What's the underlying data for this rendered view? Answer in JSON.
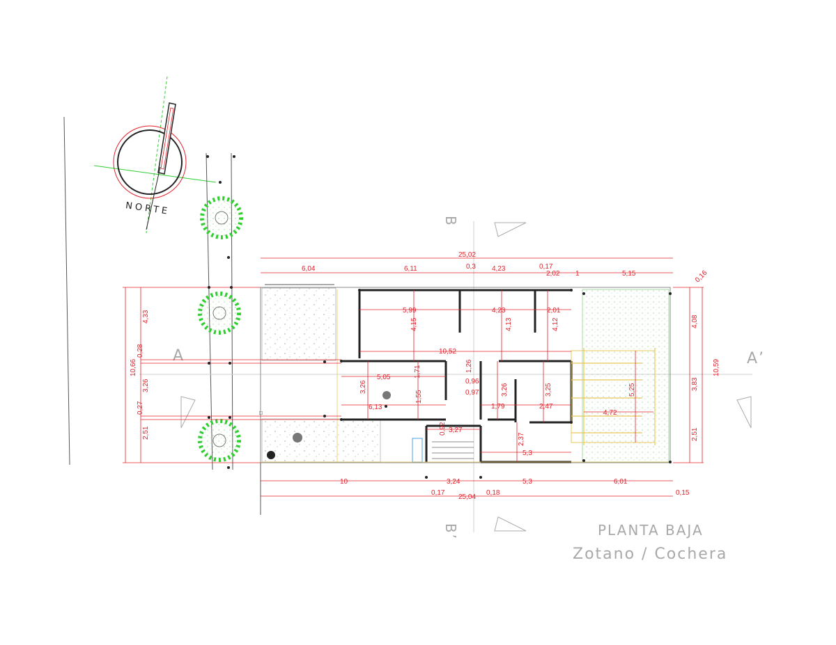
{
  "title": "PLANTA BAJA",
  "subtitle": "Zotano / Cochera",
  "north_label": "NORTE",
  "section_labels": {
    "a": "A",
    "a_prime": "A’",
    "b_top": "B",
    "b_bottom": "B’"
  },
  "colors": {
    "dimension": "#e0202a",
    "wall": "#222222",
    "vegetation": "#2fcf2f",
    "guide": "#c8c8c8",
    "accent_yellow": "#e6c85a"
  },
  "dimensions": {
    "total_top": "25,02",
    "top_a": "6,04",
    "top_b": "6,11",
    "top_c": "0,3",
    "top_d": "4,23",
    "top_e": "0,17",
    "top_f": "2,02",
    "top_g": "1",
    "top_h": "5,15",
    "top_i": "0,16",
    "row2_a": "5,99",
    "row2_b": "4,23",
    "row2_c": "2,01",
    "v_a": "4,15",
    "v_b": "4,13",
    "v_c": "4,12",
    "mid_a": "10,52",
    "mid_b": "5,05",
    "mid_c": "1,71",
    "mid_d": "3,26",
    "mid_e": "1,26",
    "mid_f": "0,96",
    "mid_g": "3,26",
    "mid_h": "3,25",
    "mid_i": "6,13",
    "mid_j": "1,55",
    "mid_k": "0,97",
    "mid_l": "1,79",
    "mid_m": "2,47",
    "mid_n": "4,72",
    "mid_o": "5,25",
    "mid_p": "3,27",
    "mid_q": "0,92",
    "mid_r": "2,37",
    "mid_s": "5,3",
    "left_total": "10,66",
    "left_a": "4,33",
    "left_b": "0,28",
    "left_c": "3,26",
    "left_d": "0,27",
    "left_e": "2,51",
    "right_total": "10,59",
    "right_a": "4,08",
    "right_b": "3,83",
    "right_c": "2,51",
    "bot_a": "10",
    "bot_b": "3,24",
    "bot_c": "5,3",
    "bot_d": "6,01",
    "bot_e": "0,17",
    "bot_f": "0,18",
    "bot_g": "0,15",
    "total_bottom": "25,04"
  }
}
